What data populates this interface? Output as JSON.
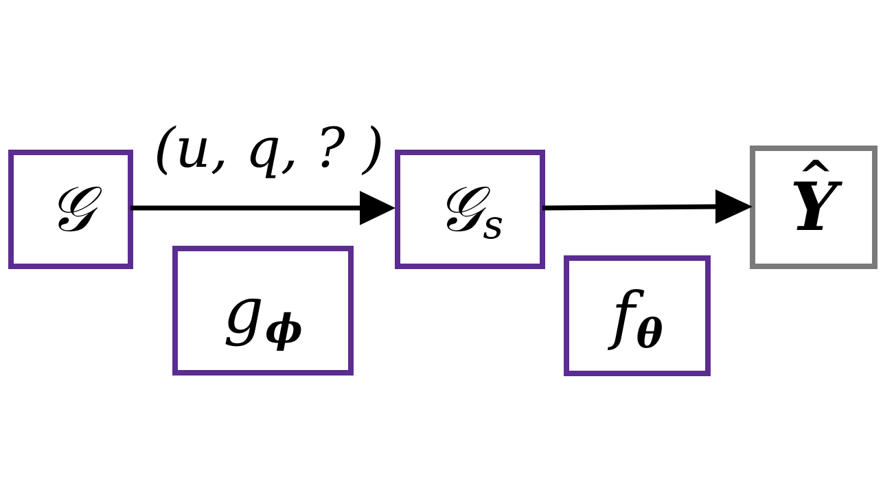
{
  "nodes": {
    "graph": {
      "symbol": "𝒢"
    },
    "subgraph": {
      "symbol": "𝒢",
      "subscript": "s"
    },
    "output": {
      "symbol": "Y",
      "hat": "^"
    },
    "extractor": {
      "symbol": "g",
      "subscript": "ϕ"
    },
    "model": {
      "symbol": "f",
      "subscript": "θ"
    }
  },
  "edges": {
    "query_label": "(u, q, ? )"
  },
  "colors": {
    "box_border": "#5b2c91",
    "output_border": "#7a7a7a",
    "arrow": "#000000"
  }
}
